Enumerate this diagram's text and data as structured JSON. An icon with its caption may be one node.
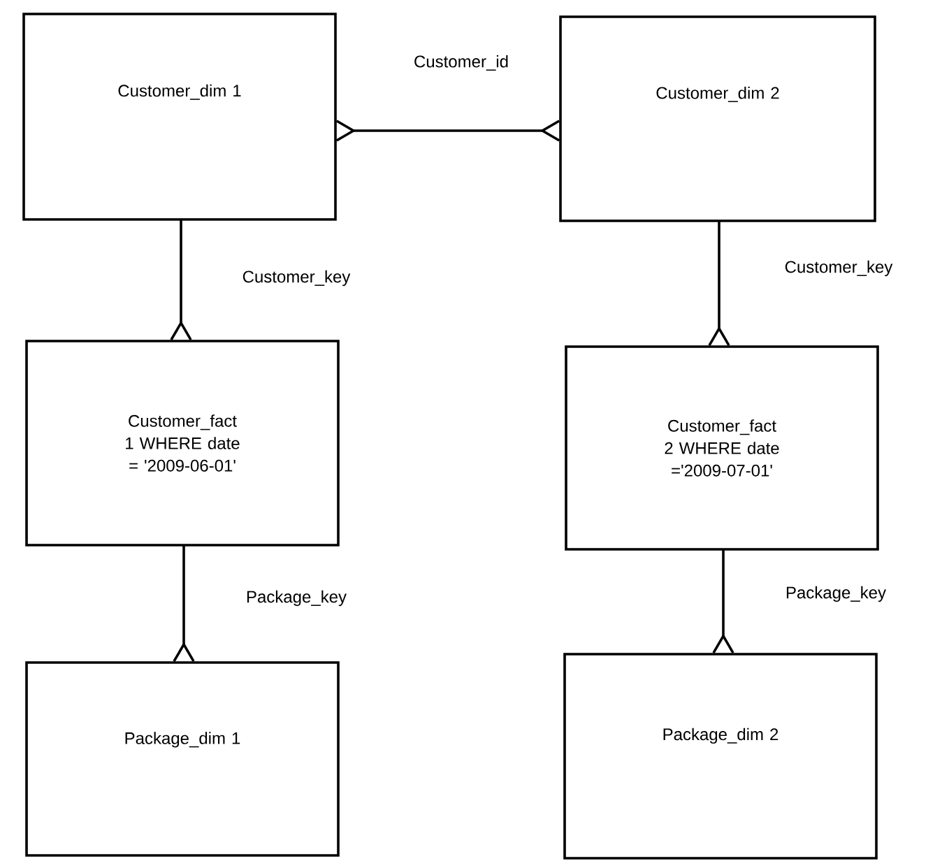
{
  "diagram": {
    "nodes": [
      {
        "text": [
          "Customer_dim 1"
        ]
      },
      {
        "text": [
          "Customer_dim 2"
        ]
      },
      {
        "text": [
          "Customer_fact 1 WHERE date = '2009-06-01'"
        ]
      },
      {
        "text": [
          "Customer_fact 2 WHERE date ='2009-07-01'"
        ]
      },
      {
        "text": [
          "Package_dim 1"
        ]
      },
      {
        "text": [
          "Package_dim 2"
        ]
      }
    ],
    "edges": [
      {
        "from": 0,
        "to": 1,
        "arrow": "other",
        "label": "Customer_id"
      },
      {
        "from": 0,
        "to": 2,
        "arrow": "other",
        "label": "Customer_key"
      },
      {
        "from": 1,
        "to": 3,
        "arrow": "other",
        "label": "Customer_key"
      },
      {
        "from": 2,
        "to": 4,
        "arrow": "other",
        "label": "Package_key"
      },
      {
        "from": 3,
        "to": 5,
        "arrow": "other",
        "label": "Package_key"
      }
    ]
  }
}
